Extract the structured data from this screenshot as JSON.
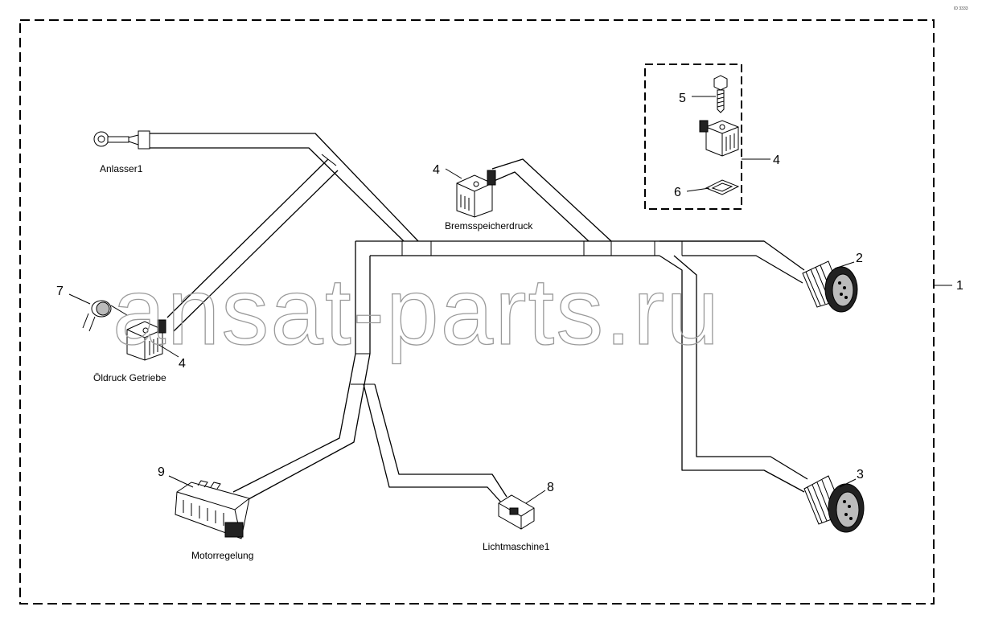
{
  "corner_mark": "ID 3333",
  "watermark": "ansat-parts.ru",
  "labels": {
    "anlasser": "Anlasser1",
    "bremsspeicherdruck": "Bremsspeicherdruck",
    "oeldruck": "Öldruck Getriebe",
    "motorregelung": "Motorregelung",
    "lichtmaschine": "Lichtmaschine1"
  },
  "callouts": {
    "c1": "1",
    "c2": "2",
    "c3": "3",
    "c4_top": "4",
    "c4_left": "4",
    "c4_inset": "4",
    "c5": "5",
    "c6": "6",
    "c7": "7",
    "c8": "8",
    "c9": "9"
  }
}
